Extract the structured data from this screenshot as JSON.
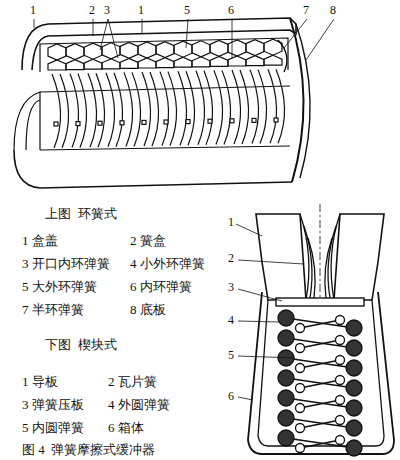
{
  "diagram": {
    "caption": "图 4  弹簧摩擦式缓冲器",
    "labels": [
      "1",
      "2",
      "3",
      "1",
      "5",
      "6",
      "7",
      "8",
      "上图  环簧式",
      "1 盒盖",
      "2 簧盒",
      "3 开口内环弹簧",
      "4 小外环弹簧",
      "5 大外环弹簧",
      "6 内环弹簧",
      "7 半环弹簧",
      "8 底板",
      "下图  楔块式",
      "1 导板",
      "2 瓦片簧",
      "3 弹簧压板",
      "4 外圆弹簧",
      "5 内圆弹簧",
      "6 箱体",
      "1",
      "2",
      "3",
      "4",
      "5",
      "6"
    ]
  }
}
